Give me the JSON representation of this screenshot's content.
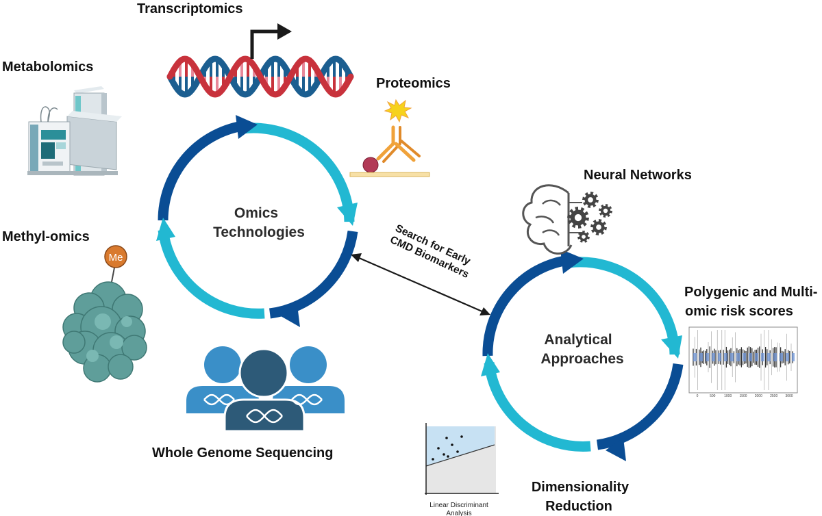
{
  "colors": {
    "cycle_dark": "#0a4d94",
    "cycle_light": "#22b8d2",
    "dna_red": "#c8323c",
    "dna_blue": "#1b5e90",
    "people_light": "#3a8fc8",
    "people_dark": "#2d5a78",
    "protein": "#5f9e9a",
    "methyl_orange": "#d97a2e",
    "antibody": "#f0a23a",
    "antigen": "#b23a56",
    "brain_gray": "#555555"
  },
  "labels": {
    "transcriptomics": "Transcriptomics",
    "metabolomics": "Metabolomics",
    "proteomics": "Proteomics",
    "methyl_omics": "Methyl-omics",
    "methyl_tag": "Me",
    "whole_genome": "Whole Genome Sequencing",
    "neural_networks": "Neural Networks",
    "polygenic_line1": "Polygenic and Multi-",
    "polygenic_line2": "omic risk scores",
    "dimensionality_line1": "Dimensionality",
    "dimensionality_line2": "Reduction",
    "lda_line1": "Linear Discriminant",
    "lda_line2": "Analysis"
  },
  "cycles": {
    "omics_line1": "Omics",
    "omics_line2": "Technologies",
    "analytical_line1": "Analytical",
    "analytical_line2": "Approaches"
  },
  "connector": {
    "line1": "Search for Early",
    "line2": "CMD Biomarkers"
  },
  "risk_plot_ticks": [
    "0",
    "500",
    "1000",
    "1500",
    "2000",
    "2500",
    "3000"
  ],
  "icons": [
    "mass-spectrometer-icon",
    "dna-helix-icon",
    "antibody-icon",
    "methylated-protein-icon",
    "people-dna-icon",
    "brain-gears-icon",
    "risk-score-plot-icon",
    "lda-plot-icon"
  ]
}
